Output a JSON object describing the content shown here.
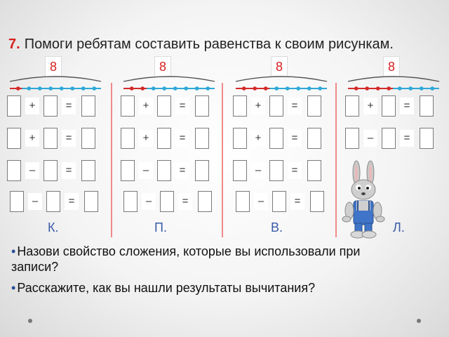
{
  "task": {
    "number": "7.",
    "text": "Помоги ребятам составить равенства к своим  рисункам."
  },
  "columns": [
    {
      "total": "8",
      "letter": "К.",
      "red_dots": 1,
      "blue_dots": 7,
      "equations": [
        {
          "op": "+",
          "eq": "="
        },
        {
          "op": "+",
          "eq": "="
        },
        {
          "op": "–",
          "eq": "="
        },
        {
          "op": "–",
          "eq": "="
        }
      ]
    },
    {
      "total": "8",
      "letter": "П.",
      "red_dots": 2,
      "blue_dots": 6,
      "equations": [
        {
          "op": "+",
          "eq": "="
        },
        {
          "op": "+",
          "eq": "="
        },
        {
          "op": "–",
          "eq": "="
        },
        {
          "op": "–",
          "eq": "="
        }
      ]
    },
    {
      "total": "8",
      "letter": "В.",
      "red_dots": 3,
      "blue_dots": 5,
      "equations": [
        {
          "op": "+",
          "eq": "="
        },
        {
          "op": "+",
          "eq": "="
        },
        {
          "op": "–",
          "eq": "="
        },
        {
          "op": "–",
          "eq": "="
        }
      ]
    },
    {
      "total": "8",
      "letter": "Л.",
      "red_dots": 4,
      "blue_dots": 4,
      "equations": [
        {
          "op": "+",
          "eq": "="
        },
        {
          "op": "–",
          "eq": "="
        }
      ]
    }
  ],
  "questions": [
    {
      "bullet": "•",
      "text": "Назови свойство сложения, которые вы использовали при"
    },
    {
      "bullet": "",
      "text": "записи?"
    },
    {
      "bullet": "•",
      "text": "Расскажите, как вы нашли результаты вычитания?"
    }
  ],
  "colors": {
    "red_dot": "#d42a2a",
    "blue_dot": "#2fa7d8",
    "accent": "#d81e1e",
    "letter": "#3a5aa8"
  }
}
